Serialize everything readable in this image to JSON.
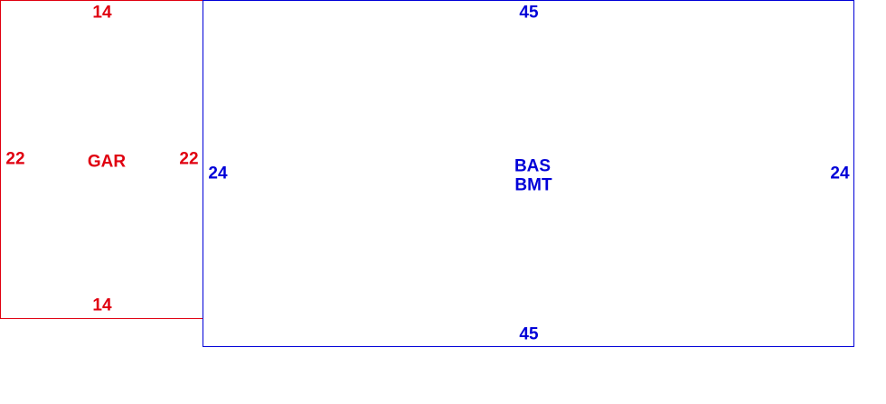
{
  "rooms": [
    {
      "name": "GAR",
      "color": "#e00010",
      "top": "14",
      "bottom": "14",
      "left": "22",
      "right": "22"
    },
    {
      "name": "BAS",
      "name2": "BMT",
      "color": "#0000d8",
      "top": "45",
      "bottom": "45",
      "left": "24",
      "right": "24"
    }
  ]
}
